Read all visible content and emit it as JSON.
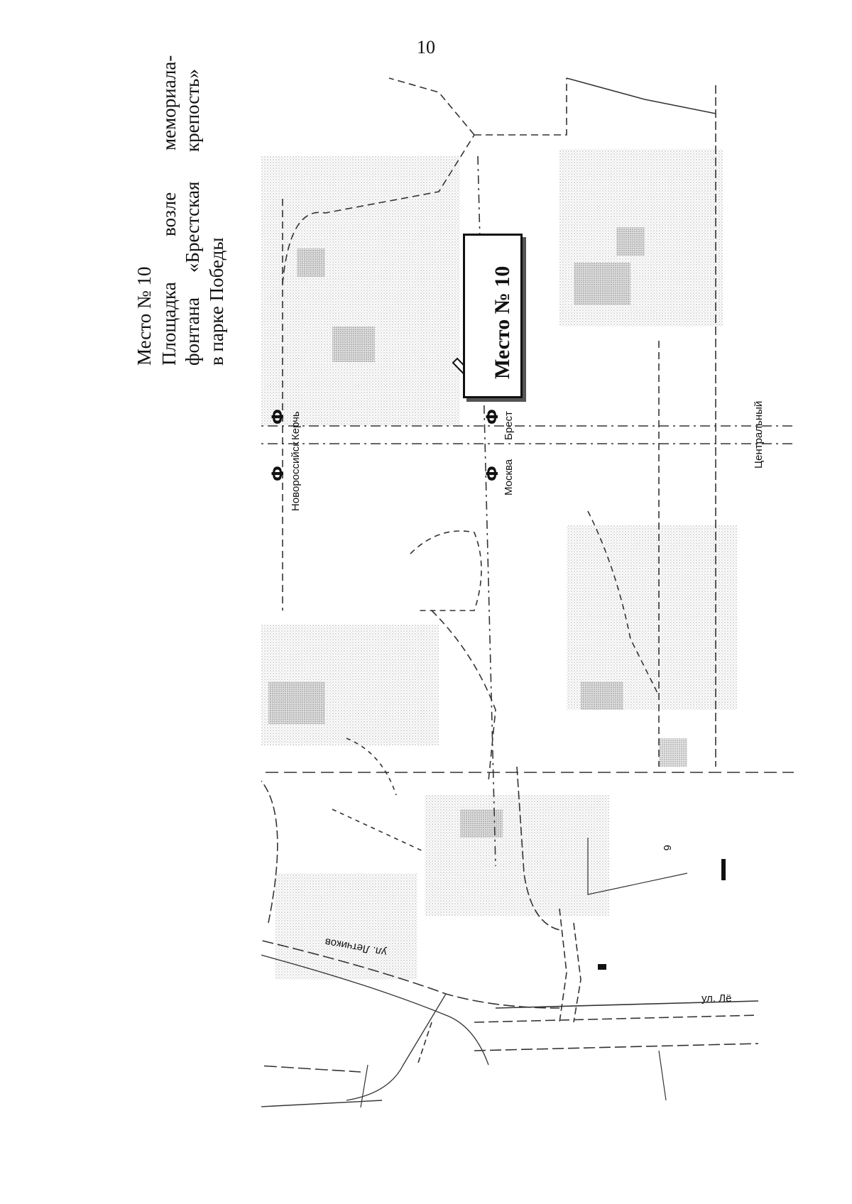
{
  "page_number": "10",
  "caption": {
    "line1": "Место № 10",
    "line2_left": "Площадка",
    "line2_mid": "возле",
    "line2_right": "мемориала-",
    "line3_left": "фонтана",
    "line3_mid": "«Брестская",
    "line3_right": "крепость»",
    "line4": "в парке Победы"
  },
  "map": {
    "callout": "Место № 10",
    "labels": {
      "novorossiysk": "Новороссийск",
      "kerch": "Керчь",
      "moskva": "Москва",
      "brest": "Брест",
      "tsentralny": "Центральный",
      "street_letchikov": "ул. Летчиков",
      "street_le": "ул. Лё",
      "number_6": "6"
    },
    "metro_icon_glyph": "Ф",
    "colors": {
      "ink": "#111111",
      "halftone": "#9a9a9a",
      "line": "#333333"
    }
  }
}
